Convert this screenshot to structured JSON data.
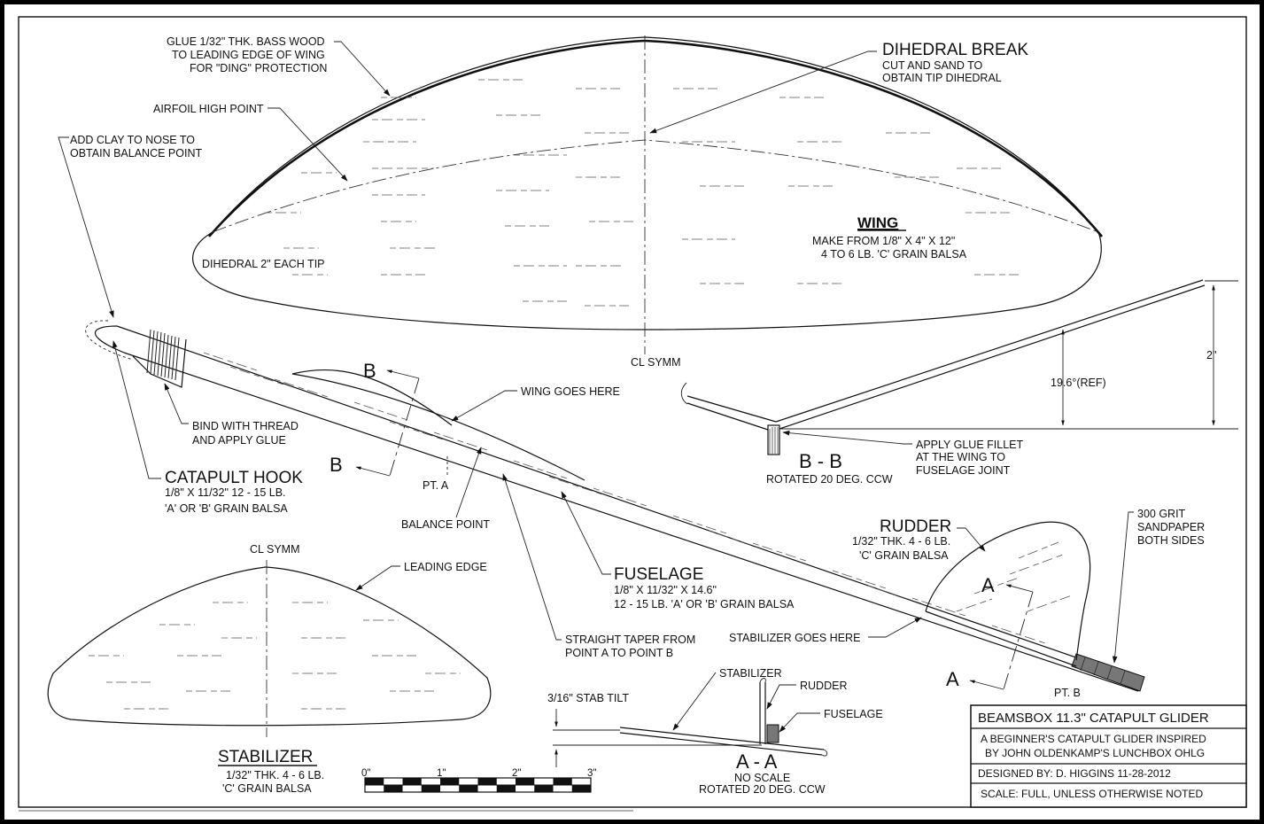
{
  "wing": {
    "callout_glue": [
      "GLUE 1/32\" THK. BASS WOOD",
      "TO LEADING EDGE OF WING",
      "FOR \"DING\" PROTECTION"
    ],
    "callout_airfoil": "AIRFOIL HIGH POINT",
    "callout_clay": [
      "ADD CLAY TO NOSE TO",
      "OBTAIN BALANCE POINT"
    ],
    "callout_dihedral_tip": "DIHEDRAL 2\" EACH TIP",
    "dihedral_break_title": "DIHEDRAL BREAK",
    "dihedral_break_note": [
      "CUT AND SAND TO",
      "OBTAIN TIP DIHEDRAL"
    ],
    "title": "WING",
    "note": [
      "MAKE FROM 1/8\" X 4\" X 12\"",
      "4 TO 6 LB. 'C' GRAIN BALSA"
    ],
    "cl_symm": "CL SYMM"
  },
  "section_bb": {
    "label": "B - B",
    "note": "ROTATED 20 DEG. CCW",
    "angle_label": "19.6°(REF)",
    "height_label": "2\"",
    "glue_note": [
      "APPLY GLUE FILLET",
      "AT THE WING TO",
      "FUSELAGE JOINT"
    ],
    "cut_marker": "B"
  },
  "fuselage": {
    "bind_note": [
      "BIND WITH THREAD",
      "AND APPLY GLUE"
    ],
    "hook_title": "CATAPULT HOOK",
    "hook_note": [
      "1/8\" X 11/32\" 12 - 15 LB.",
      "'A' OR 'B' GRAIN BALSA"
    ],
    "wing_goes_here": "WING GOES HERE",
    "pt_a": "PT. A",
    "balance_point": "BALANCE POINT",
    "title": "FUSELAGE",
    "note": [
      "1/8\" X 11/32\" X 14.6\"",
      "12 - 15 LB. 'A' OR 'B' GRAIN BALSA"
    ],
    "taper_note": [
      "STRAIGHT TAPER FROM",
      "POINT A TO POINT B"
    ],
    "stab_goes_here": "STABILIZER GOES HERE",
    "pt_b": "PT. B"
  },
  "rudder": {
    "title": "RUDDER",
    "note": [
      "1/32\" THK. 4 - 6 LB.",
      "'C' GRAIN BALSA"
    ],
    "sandpaper_note": [
      "300 GRIT",
      "SANDPAPER",
      "BOTH SIDES"
    ],
    "cut_marker": "A"
  },
  "stabilizer": {
    "cl_symm": "CL SYMM",
    "leading_edge": "LEADING EDGE",
    "title": "STABILIZER",
    "note": [
      "1/32\" THK. 4 - 6 LB.",
      "'C' GRAIN BALSA"
    ]
  },
  "section_aa": {
    "stab_tilt": "3/16\" STAB TILT",
    "stabilizer": "STABILIZER",
    "rudder": "RUDDER",
    "fuselage": "FUSELAGE",
    "label": "A - A",
    "note": [
      "NO SCALE",
      "ROTATED 20 DEG. CCW"
    ]
  },
  "scale_bar": {
    "ticks": [
      "0\"",
      "1\"",
      "2\"",
      "3\""
    ],
    "segments": 12
  },
  "title_block": {
    "title": "BEAMSBOX 11.3\" CATAPULT GLIDER",
    "description": [
      "A BEGINNER'S CATAPULT GLIDER INSPIRED",
      "BY JOHN OLDENKAMP'S LUNCHBOX OHLG"
    ],
    "designed_by": "DESIGNED BY: D. HIGGINS  11-28-2012",
    "scale": "SCALE: FULL, UNLESS OTHERWISE NOTED"
  }
}
